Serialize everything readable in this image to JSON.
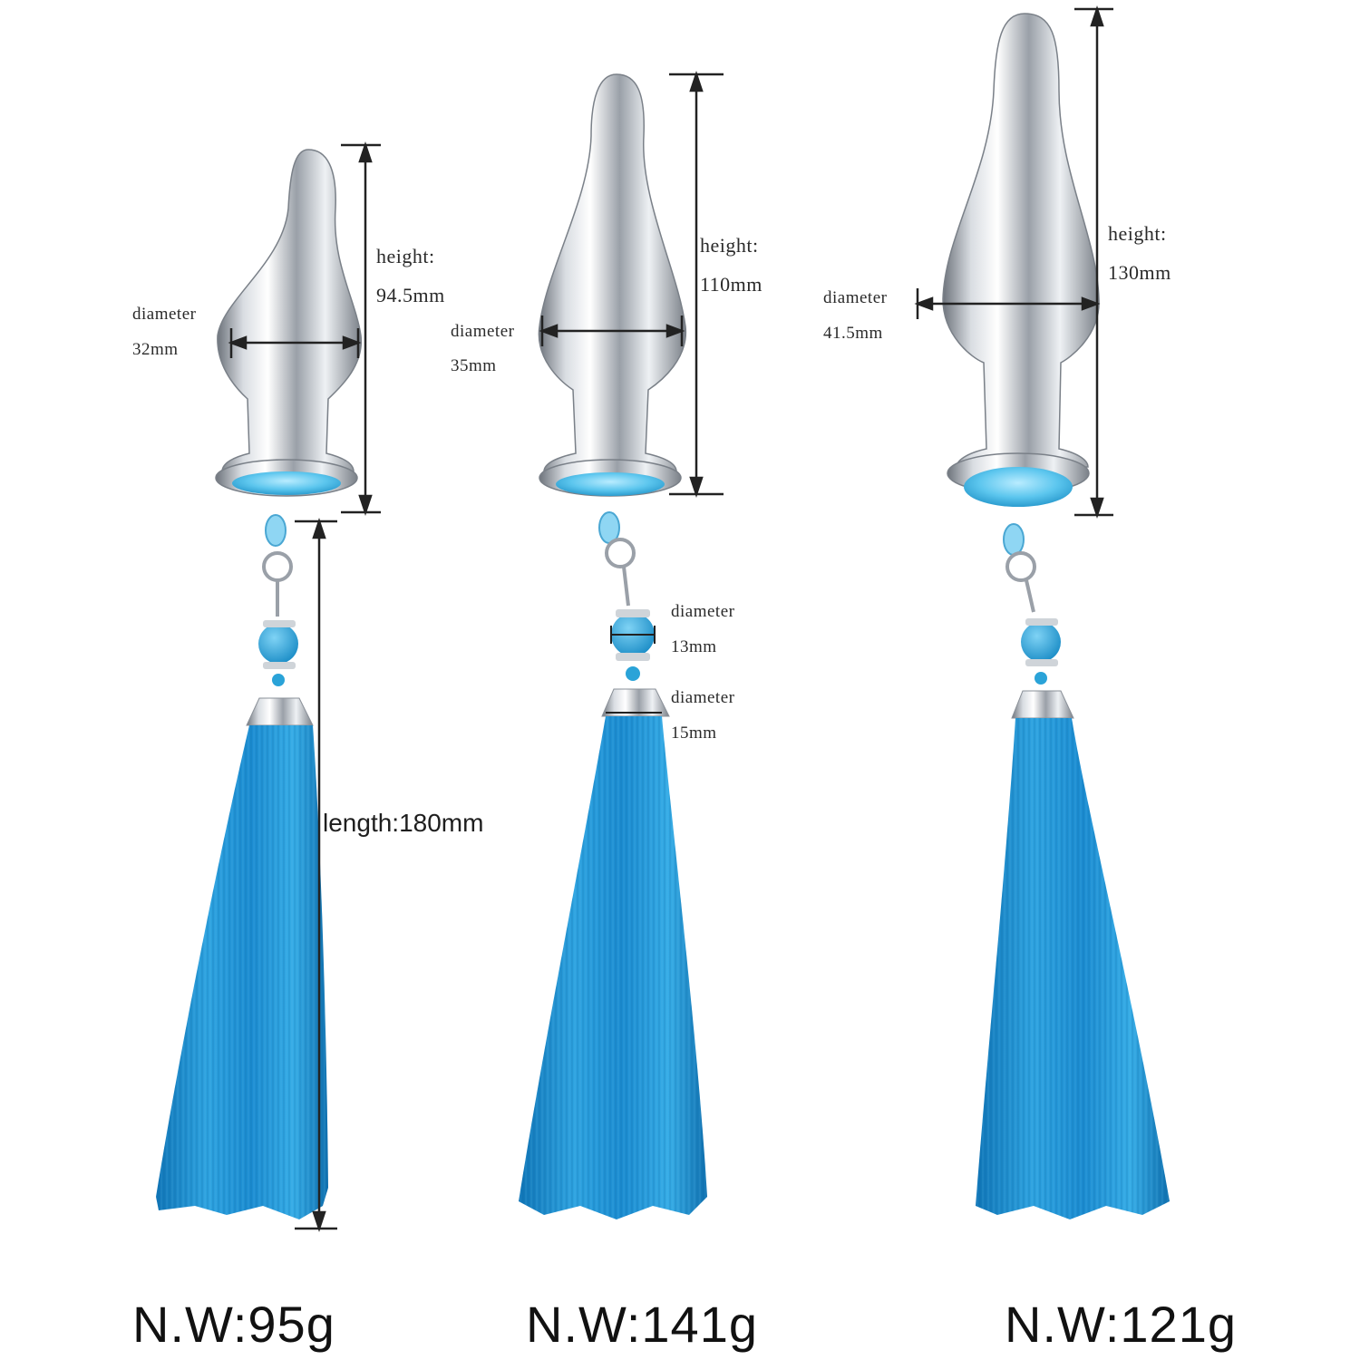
{
  "products": [
    {
      "net_weight": "N.W:95g",
      "height_label": "height:",
      "height_value": "94.5mm",
      "diameter_label": "diameter",
      "diameter_value": "32mm",
      "tassel_length": "length:180mm"
    },
    {
      "net_weight": "N.W:141g",
      "height_label": "height:",
      "height_value": "110mm",
      "diameter_label": "diameter",
      "diameter_value": "35mm",
      "bead_diameter_label": "diameter",
      "bead_diameter_value": "13mm",
      "cap_diameter_label": "diameter",
      "cap_diameter_value": "15mm"
    },
    {
      "net_weight": "N.W:121g",
      "height_label": "height:",
      "height_value": "130mm",
      "diameter_label": "diameter",
      "diameter_value": "41.5mm"
    }
  ],
  "colors": {
    "tassel": "#1a8fd0",
    "tassel_dark": "#0f6fae",
    "gem": "#5cc6ee",
    "bead": "#2aa3d8",
    "metal_light": "#f4f6f8",
    "metal_dark": "#8a9098",
    "dimension_line": "#222222"
  }
}
